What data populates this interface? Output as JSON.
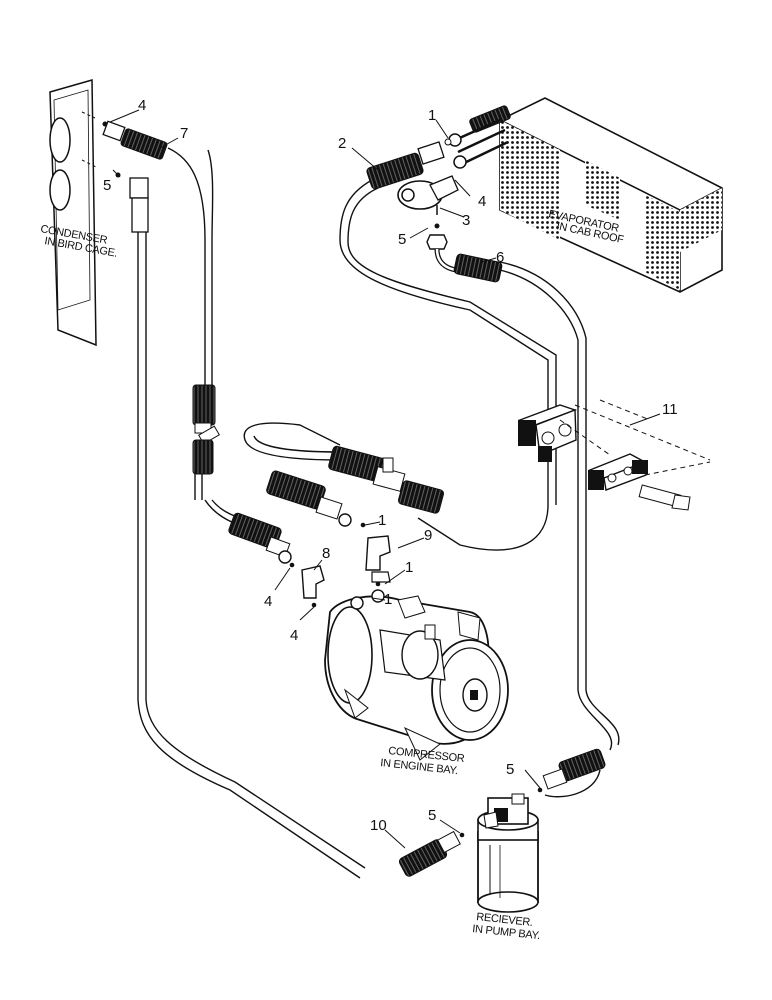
{
  "components": {
    "condenser": {
      "line1": "CONDENSER",
      "line2": "IN BIRD CAGE."
    },
    "evaporator": {
      "line1": "EVAPORATOR",
      "line2": "IN CAB ROOF"
    },
    "compressor": {
      "line1": "COMPRESSOR",
      "line2": "IN ENGINE BAY."
    },
    "receiver": {
      "line1": "RECIEVER.",
      "line2": "IN PUMP BAY."
    }
  },
  "callouts": {
    "c4_top": "4",
    "c5_top": "5",
    "c7": "7",
    "c1_top": "1",
    "c2": "2",
    "c3": "3",
    "c4_evap": "4",
    "c5_evap": "5",
    "c6": "6",
    "c11": "11",
    "c1_mid": "1",
    "c9": "9",
    "c8": "8",
    "c1_low": "1",
    "c4_mid": "4",
    "c4_low": "4",
    "c1_comp": "1",
    "c5_recv": "5",
    "c5_recv2": "5",
    "c10": "10"
  }
}
